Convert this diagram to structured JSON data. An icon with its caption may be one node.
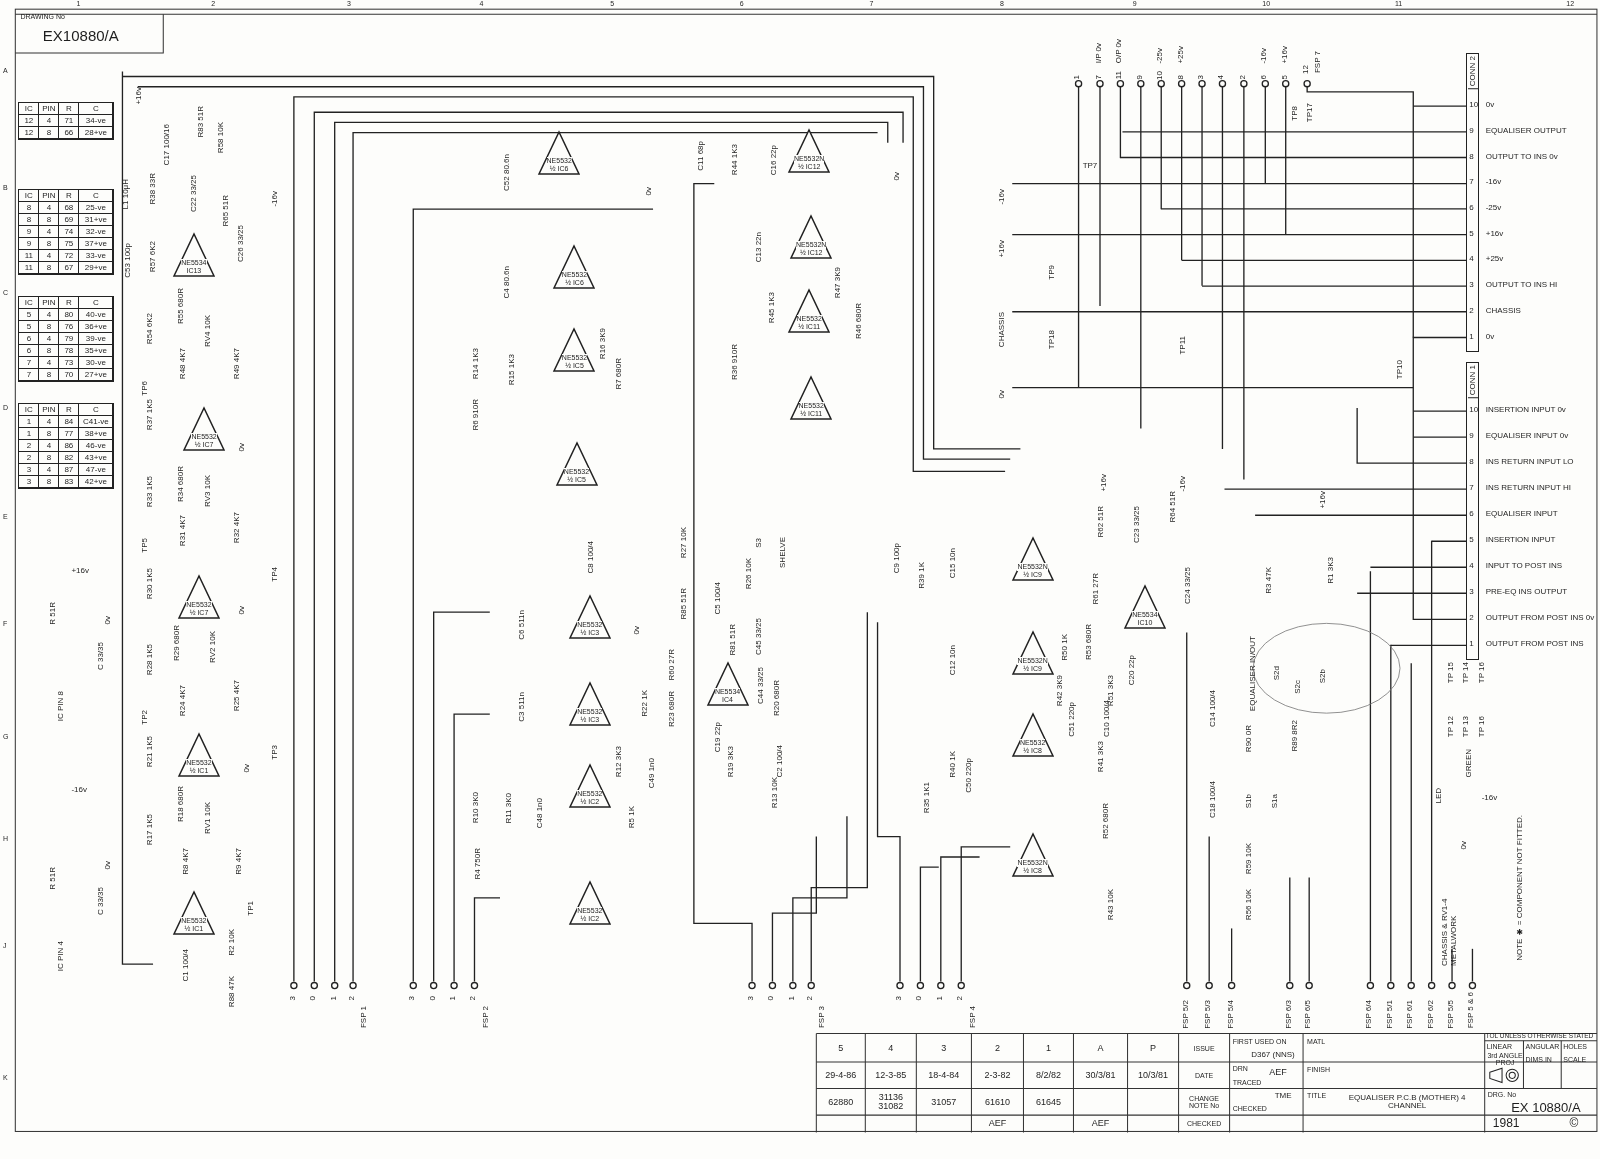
{
  "diagram": {
    "nodes": [
      {
        "text": [
          "NE5534",
          "IC13"
        ]
      },
      {
        "text": [
          "NE5532",
          "½ IC7"
        ]
      },
      {
        "text": [
          "NE5532",
          "½ IC7"
        ]
      },
      {
        "text": [
          "NE5532",
          "½ IC1"
        ]
      },
      {
        "text": [
          "NE5532",
          "½ IC1"
        ]
      },
      {
        "text": [
          "NE5532",
          "½ IC6"
        ]
      },
      {
        "text": [
          "NE5532",
          "½ IC6"
        ]
      },
      {
        "text": [
          "NE5532",
          "½ IC5"
        ]
      },
      {
        "text": [
          "NE5532",
          "½ IC5"
        ]
      },
      {
        "text": [
          "NE5532",
          "½ IC3"
        ]
      },
      {
        "text": [
          "NE5532",
          "½ IC3"
        ]
      },
      {
        "text": [
          "NE5532",
          "½ IC2"
        ]
      },
      {
        "text": [
          "NE5532",
          "½ IC2"
        ]
      },
      {
        "text": [
          "NE5532N",
          "½ IC12"
        ]
      },
      {
        "text": [
          "NE5532N",
          "½ IC12"
        ]
      },
      {
        "text": [
          "NE5532",
          "½ IC11"
        ]
      },
      {
        "text": [
          "NE5532",
          "½ IC11"
        ]
      },
      {
        "text": [
          "NE5534",
          "IC4"
        ]
      },
      {
        "text": [
          "NE5532N",
          "½ IC9"
        ]
      },
      {
        "text": [
          "NE5532N",
          "½ IC9"
        ]
      },
      {
        "text": [
          "NE5534",
          "IC10"
        ]
      },
      {
        "text": [
          "NE5532",
          "½ IC8"
        ]
      },
      {
        "text": [
          "NE5532N",
          "½ IC8"
        ]
      },
      {
        "text": [
          "CONN 2"
        ]
      },
      {
        "text": [
          "CONN 1"
        ]
      }
    ],
    "edges": [
      {
        "from": 23,
        "to": 24,
        "arrow": "none"
      }
    ],
    "labels": [
      "DRAWING No",
      "EX10880/A",
      "1",
      "2",
      "3",
      "4",
      "5",
      "6",
      "7",
      "8",
      "9",
      "10",
      "11",
      "12",
      "A",
      "B",
      "C",
      "D",
      "E",
      "F",
      "G",
      "H",
      "J",
      "K",
      "1",
      "7",
      "I/P 0v",
      "11",
      "O/P 0v",
      "9",
      "10",
      "-25v",
      "8",
      "+25v",
      "3",
      "4",
      "2",
      "6",
      "-16v",
      "5",
      "+16v",
      "12",
      "FSP 7",
      "3",
      "0",
      "1",
      "2",
      "FSP 1",
      "3",
      "0",
      "1",
      "2",
      "FSP 2",
      "3",
      "0",
      "1",
      "2",
      "FSP 3",
      "3",
      "0",
      "1",
      "2",
      "FSP 4",
      "FSP 5/2",
      "FSP 5/3",
      "FSP 5/4",
      "FSP 6/3",
      "FSP 6/5",
      "FSP 6/4",
      "FSP 5/1",
      "FSP 6/1",
      "FSP 6/2",
      "FSP 5/5",
      "FSP 5 & 6",
      "-16v",
      "+16v",
      "CHASSIS",
      "0v",
      "TP7",
      "TP9",
      "TP18",
      "TP11",
      "TP10",
      "TP8",
      "TP17",
      "TP6",
      "TP5",
      "TP2",
      "TP4",
      "TP3",
      "TP1",
      "R83 51R",
      "R58 10K",
      "C17 100/16",
      "L1 10μH",
      "R38 33R",
      "C22 33/25",
      "C53 100p",
      "R57 6K2",
      "R65 51R",
      "C26 33/25",
      "R54 6K2",
      "R55 680R",
      "RV4 10K",
      "R48 4K7",
      "R49 4K7",
      "R37 1K5",
      "R33 1K5",
      "R34 680R",
      "RV3 10K",
      "R31 4K7",
      "R32 4K7",
      "R30 1K5",
      "R29 680R",
      "R28 1K5",
      "RV2 10K",
      "R24 4K7",
      "R25 4K7",
      "R21 1K5",
      "R18 680R",
      "R17 1K5",
      "RV1 10K",
      "R8 4K7",
      "R9 4K7",
      "C1 100/4",
      "R2 10K",
      "R88 47K",
      "C52 80.6n",
      "C4 80.6n",
      "R14 1K3",
      "R15 1K3",
      "R16 3K9",
      "R7 680R",
      "R6 910R",
      "C8 100/4",
      "R27 10K",
      "C6 511n",
      "C3 511n",
      "R12 3K3",
      "C49 1n0",
      "R10 3K0",
      "R11 3K0",
      "C48 1n0",
      "R5 1K",
      "R4 750R",
      "S3",
      "SHELVE",
      "C5 100/4",
      "R26 10K",
      "R85 51R",
      "R81 51R",
      "C45 33/25",
      "C44 33/25",
      "R60 27R",
      "R22 1K",
      "R23 680R",
      "C19 22p",
      "R20 680R",
      "R19 3K3",
      "C2 100/4",
      "R13 10K",
      "C11 68p",
      "R44 1K3",
      "C16 22p",
      "C13 22n",
      "R45 1K3",
      "R47 3K9",
      "R46 680R",
      "R36 910R",
      "C9 100p",
      "R39 1K",
      "C15 10n",
      "C12 10n",
      "R40 1K",
      "C50 220p",
      "R35 1K1",
      "R62 51R",
      "C23 33/25",
      "R64 51R",
      "R61 27R",
      "C24 33/25",
      "R50 1K",
      "R53 680R",
      "R42 3K9",
      "R51 3K3",
      "C20 22p",
      "C51 220p",
      "C10 100/4",
      "R41 3K3",
      "R52 680R",
      "R43 10K",
      "C14 100/4",
      "C18 100/4",
      "R3 47K",
      "R1 3K3",
      "R90 0R",
      "R89 8R2",
      "R59 10K",
      "R56 10K",
      "EQUALISER IN/OUT",
      "S2d",
      "S2c",
      "S2b",
      "S1b",
      "S1a",
      "TP 15",
      "TP 14",
      "TP 16",
      "TP 12",
      "TP 13",
      "TP 16",
      "LED",
      "GREEN",
      "-16v",
      "0v",
      "CHASSIS & RV1-4 METALWORK",
      "NOTE ✱ = COMPONENT NOT FITTED.",
      "+16v",
      "R 51R",
      "C 33/35",
      "0v",
      "IC PIN 8",
      "-16v",
      "R 51R",
      "C 33/35",
      "0v",
      "IC PIN 4",
      "+16v",
      "-16v",
      "0v",
      "0v",
      "0v",
      "0v",
      "0v",
      "0v",
      "+16v",
      "-16v",
      "+16v",
      "IC",
      "PIN",
      "R",
      "C",
      "12",
      "4",
      "71",
      "34-ve",
      "12",
      "8",
      "66",
      "28+ve",
      "IC",
      "PIN",
      "R",
      "C",
      "8",
      "4",
      "68",
      "25-ve",
      "8",
      "8",
      "69",
      "31+ve",
      "9",
      "4",
      "74",
      "32-ve",
      "9",
      "8",
      "75",
      "37+ve",
      "11",
      "4",
      "72",
      "33-ve",
      "11",
      "8",
      "67",
      "29+ve",
      "IC",
      "PIN",
      "R",
      "C",
      "5",
      "4",
      "80",
      "40-ve",
      "5",
      "8",
      "76",
      "36+ve",
      "6",
      "4",
      "79",
      "39-ve",
      "6",
      "8",
      "78",
      "35+ve",
      "7",
      "4",
      "73",
      "30-ve",
      "7",
      "8",
      "70",
      "27+ve",
      "IC",
      "PIN",
      "R",
      "C",
      "1",
      "4",
      "84",
      "C41-ve",
      "1",
      "8",
      "77",
      "38+ve",
      "2",
      "4",
      "86",
      "46-ve",
      "2",
      "8",
      "82",
      "43+ve",
      "3",
      "4",
      "87",
      "47-ve",
      "3",
      "8",
      "83",
      "42+ve",
      "10",
      "0v",
      "9",
      "EQUALISER OUTPUT",
      "8",
      "OUTPUT TO INS 0v",
      "7",
      "-16v",
      "6",
      "-25v",
      "5",
      "+16v",
      "4",
      "+25v",
      "3",
      "OUTPUT TO INS HI",
      "2",
      "CHASSIS",
      "1",
      "0v",
      "10",
      "INSERTION INPUT 0v",
      "9",
      "EQUALISER INPUT 0v",
      "8",
      "INS RETURN INPUT LO",
      "7",
      "INS RETURN INPUT HI",
      "6",
      "EQUALISER INPUT",
      "5",
      "INSERTION INPUT",
      "4",
      "INPUT TO POST INS",
      "3",
      "PRE-EQ INS OUTPUT",
      "2",
      "OUTPUT FROM POST INS 0v",
      "1",
      "OUTPUT FROM POST INS",
      "5",
      "4",
      "3",
      "2",
      "1",
      "A",
      "P",
      "ISSUE",
      "29-4-86",
      "12-3-85",
      "18-4-84",
      "2-3-82",
      "8/2/82",
      "30/3/81",
      "10/3/81",
      "DATE",
      "62880",
      "31136 31082",
      "31057",
      "61610",
      "61645",
      "CHANGE NOTE No",
      "AEF",
      "AEF",
      "CHECKED",
      "FIRST USED ON",
      "D367 (NNS)",
      "DRN",
      "AEF",
      "TRACED",
      "TME",
      "CHECKED",
      "MATL",
      "FINISH",
      "TITLE",
      "EQUALISER P.C.B (MOTHER) 4 CHANNEL",
      "TOL UNLESS OTHERWISE STATED",
      "LINEAR",
      "ANGULAR",
      "HOLES",
      "3rd ANGLE PROJ",
      "DIMS.IN",
      "SCALE",
      "DRG. No",
      "EX 10880/A",
      "1981",
      "©"
    ]
  }
}
